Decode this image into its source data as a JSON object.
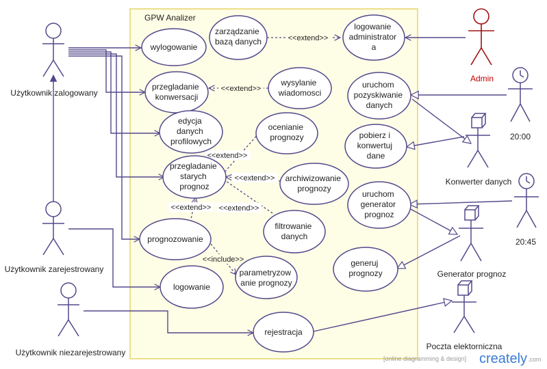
{
  "system": {
    "title": "GPW Analizer"
  },
  "use_cases": {
    "wylogowanie": [
      "wylogowanie"
    ],
    "zarzadzanie": [
      "zarządzanie",
      "bazą danych"
    ],
    "logowanie_admin": [
      "logowanie",
      "administrator",
      "a"
    ],
    "przegladanie_konw": [
      "przegladanie",
      "konwersacji"
    ],
    "wysylanie": [
      "wysylanie",
      "wiadomosci"
    ],
    "edycja": [
      "edycja",
      "danych",
      "profilowych"
    ],
    "ocenianie": [
      "ocenianie",
      "prognozy"
    ],
    "przegladanie_prog": [
      "przegladanie",
      "starych",
      "prognoz"
    ],
    "archiwizowanie": [
      "archiwizowanie",
      "prognozy"
    ],
    "filtrowanie": [
      "filtrowanie",
      "danych"
    ],
    "prognozowanie": [
      "prognozowanie"
    ],
    "parametryzowanie": [
      "parametryzow",
      "anie prognozy"
    ],
    "logowanie": [
      "logowanie"
    ],
    "rejestracja": [
      "rejestracja"
    ],
    "uruchom_pozysk": [
      "uruchom",
      "pozyskiwanie",
      "danych"
    ],
    "pobierz": [
      "pobierz i",
      "konwertuj",
      "dane"
    ],
    "uruchom_gen": [
      "uruchom",
      "generator",
      "prognoz"
    ],
    "generuj": [
      "generuj",
      "prognozy"
    ]
  },
  "actors": {
    "zalogowany": "Użytkownik zalogowany",
    "zarejestrowany": "Użytkownik zarejestrowany",
    "niezarejestrowany": "Użytkownik niezarejestrowany",
    "admin": "Admin",
    "timer1": "20:00",
    "konwerter": "Konwerter danych",
    "timer2": "20:45",
    "generator": "Generator prognoz",
    "poczta": "Poczta elektorniczna"
  },
  "relations": {
    "extend": "<<extend>>",
    "include": "<<include>>"
  },
  "colors": {
    "system_fill": "#fefde6",
    "system_border": "#ecdf8a",
    "line": "#52488a",
    "admin": "#a01010",
    "admin_text": "#c00000"
  },
  "watermark": {
    "text": "[online diagramming & design]",
    "logo": "creately",
    "suffix": ".com"
  }
}
